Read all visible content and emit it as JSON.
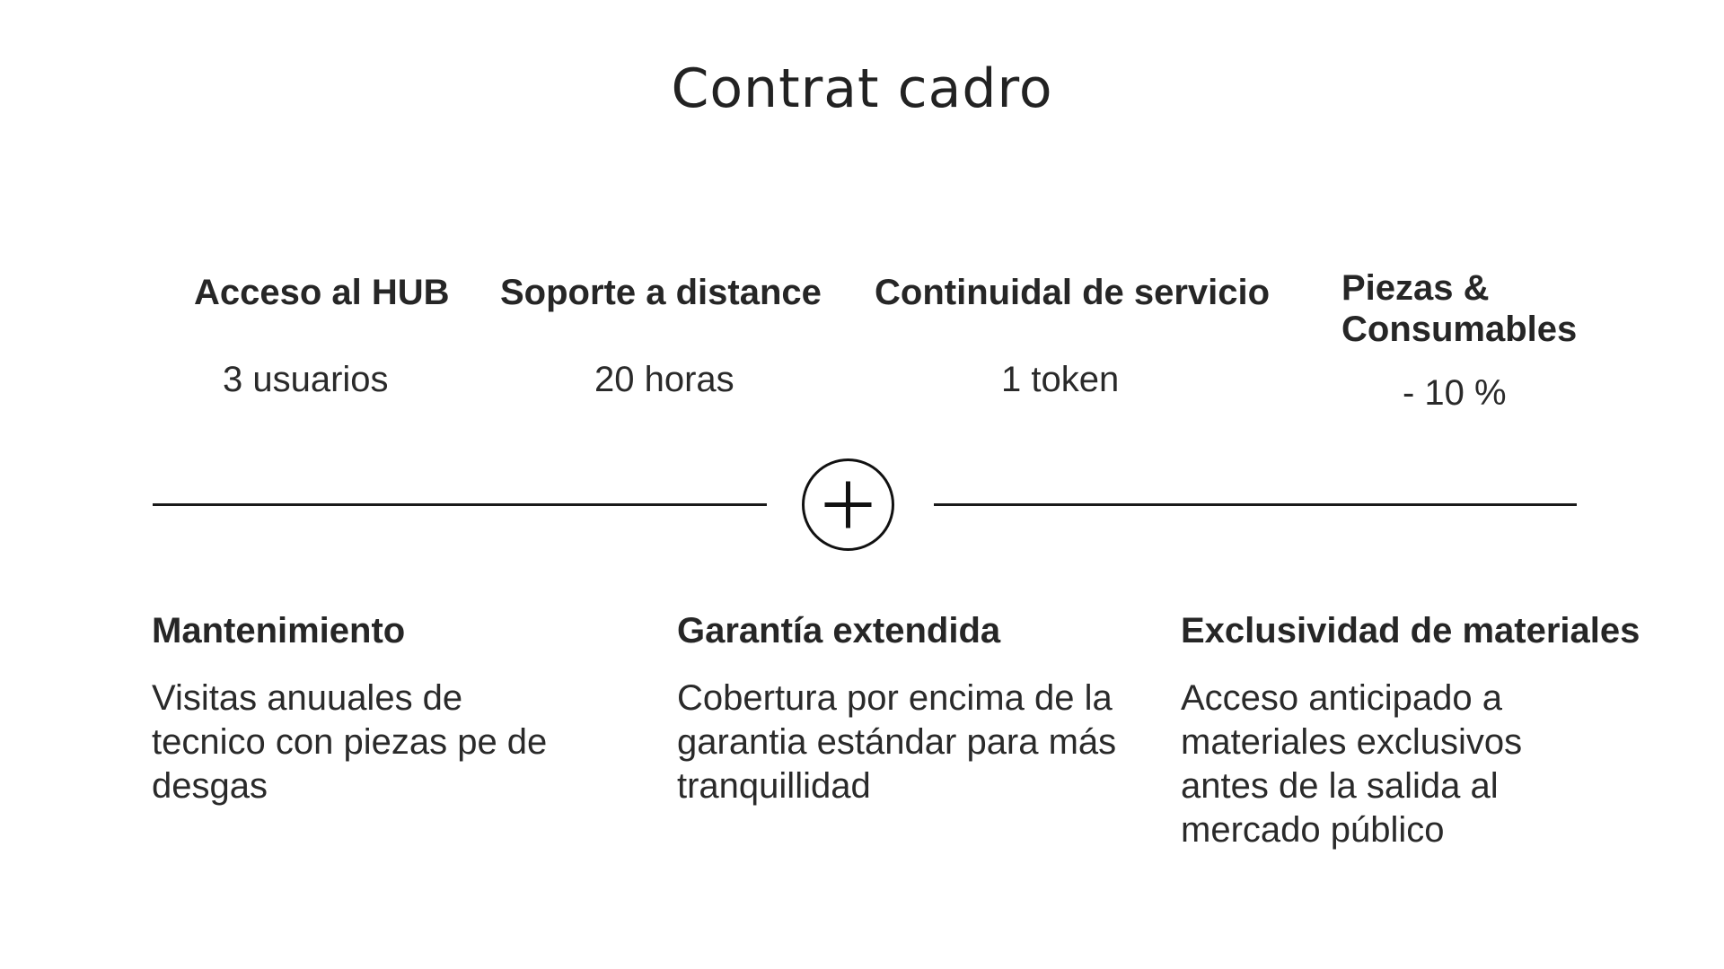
{
  "title": "Contrat cadro",
  "stats": [
    {
      "label": "Acceso al HUB",
      "value": "3 usuarios"
    },
    {
      "label": "Soporte a distance",
      "value": "20 horas"
    },
    {
      "label": "Continuidal de servicio",
      "value": "1 token"
    },
    {
      "label": "Piezas & Consumables",
      "value": "- 10 %"
    }
  ],
  "divider_icon": "plus-icon",
  "features": [
    {
      "title": "Mantenimiento",
      "description": "Visitas anuuales de tecnico con piezas pe de desgas"
    },
    {
      "title": "Garantía extendida",
      "description": "Cobertura por encima de la garantia estándar para más tranquillidad"
    },
    {
      "title": "Exclusividad de materiales",
      "description": "Acceso anticipado a materiales exclusivos antes de la salida al mercado público"
    }
  ],
  "colors": {
    "text": "#1f1f1f",
    "line": "#1a1a1a",
    "background": "#ffffff"
  }
}
